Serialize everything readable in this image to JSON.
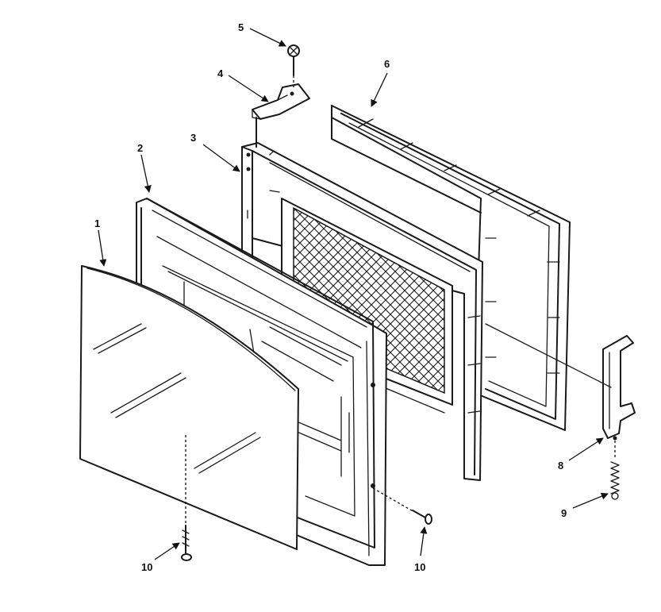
{
  "callouts": [
    {
      "id": "1",
      "label": "1"
    },
    {
      "id": "2",
      "label": "2"
    },
    {
      "id": "3",
      "label": "3"
    },
    {
      "id": "4",
      "label": "4"
    },
    {
      "id": "5",
      "label": "5"
    },
    {
      "id": "6",
      "label": "6"
    },
    {
      "id": "8",
      "label": "8"
    },
    {
      "id": "9",
      "label": "9"
    },
    {
      "id": "10a",
      "label": "10"
    },
    {
      "id": "10b",
      "label": "10"
    }
  ],
  "colors": {
    "line": "#1a1a1a",
    "background": "#ffffff"
  }
}
